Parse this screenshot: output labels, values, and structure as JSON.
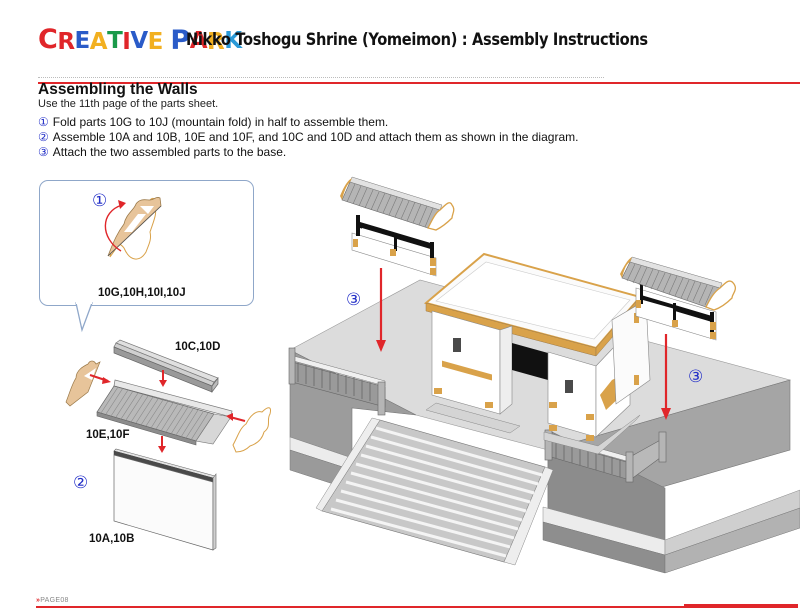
{
  "header": {
    "logo_letters": [
      {
        "ch": "C",
        "color": "#e0262a",
        "big": true
      },
      {
        "ch": "R",
        "color": "#e0262a"
      },
      {
        "ch": "E",
        "color": "#2a5bc8"
      },
      {
        "ch": "A",
        "color": "#f2b020"
      },
      {
        "ch": "T",
        "color": "#1a9a4a"
      },
      {
        "ch": "I",
        "color": "#e0262a"
      },
      {
        "ch": "V",
        "color": "#2a5bc8"
      },
      {
        "ch": "E",
        "color": "#f2b020"
      },
      {
        "ch": " ",
        "color": "#000"
      },
      {
        "ch": "P",
        "color": "#2a5bc8",
        "big": true
      },
      {
        "ch": "A",
        "color": "#e0262a"
      },
      {
        "ch": "R",
        "color": "#f2b020"
      },
      {
        "ch": "K",
        "color": "#2a9ad8"
      }
    ],
    "logo_text": "CREATIVE PARK",
    "title": "Nikko Toshogu Shrine (Yomeimon) : Assembly Instructions"
  },
  "section": {
    "title": "Assembling the Walls",
    "subtitle": "Use the 11th page of the parts sheet.",
    "steps": [
      {
        "num": "①",
        "text": "Fold parts 10G to 10J (mountain fold) in half to assemble them."
      },
      {
        "num": "②",
        "text": "Assemble 10A and 10B, 10E and 10F, and 10C and 10D and attach them as shown in the diagram."
      },
      {
        "num": "③",
        "text": "Attach the two assembled parts to the base."
      }
    ]
  },
  "diagram": {
    "callout": {
      "step": "①",
      "label": "10G,10H,10I,10J"
    },
    "parts": {
      "ridge": "10C,10D",
      "roof": "10E,10F",
      "wall": "10A,10B",
      "step": "②"
    },
    "main": {
      "step_left": "③",
      "step_right": "③"
    },
    "colors": {
      "accent_red": "#e0262a",
      "step_blue": "#2430c8",
      "wood_tan": "#d9a24a",
      "paper_tan": "#e7c49a",
      "stone_gray": "#bdbdbd"
    }
  },
  "footer": {
    "arrows": "»",
    "page_label": "PAGE08"
  }
}
